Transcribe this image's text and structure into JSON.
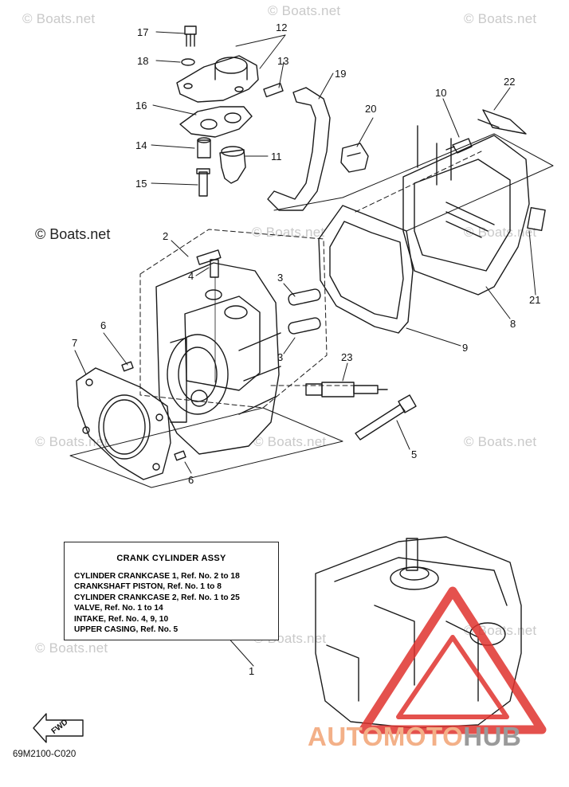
{
  "watermark": "© Boats.net",
  "copyright_left": "© Boats.net",
  "callouts": [
    "17",
    "18",
    "12",
    "13",
    "19",
    "16",
    "14",
    "11",
    "15",
    "20",
    "10",
    "22",
    "2",
    "4",
    "3",
    "3",
    "6",
    "7",
    "21",
    "8",
    "9",
    "23",
    "6",
    "5",
    "1"
  ],
  "spec_box": {
    "title": "CRANK CYLINDER ASSY",
    "lines": [
      "CYLINDER CRANKCASE 1,  Ref. No. 2 to 18",
      "CRANKSHAFT PISTON,  Ref. No. 1 to 8",
      "CYLINDER CRANKCASE 2,  Ref. No. 1 to 25",
      "VALVE,  Ref. No. 1 to 14",
      "INTAKE,  Ref. No. 4, 9, 10",
      "UPPER CASING,  Ref. No. 5"
    ]
  },
  "fwd_label": "FWD",
  "part_code": "69M2100-C020",
  "logo": {
    "part1": "AUTOMOTO",
    "part2": "HUB"
  },
  "colors": {
    "logo_accent": "#f3b088",
    "logo_gray": "#9a9a9a",
    "triangle": "#e0332f",
    "watermark": "#c9c9c9"
  }
}
